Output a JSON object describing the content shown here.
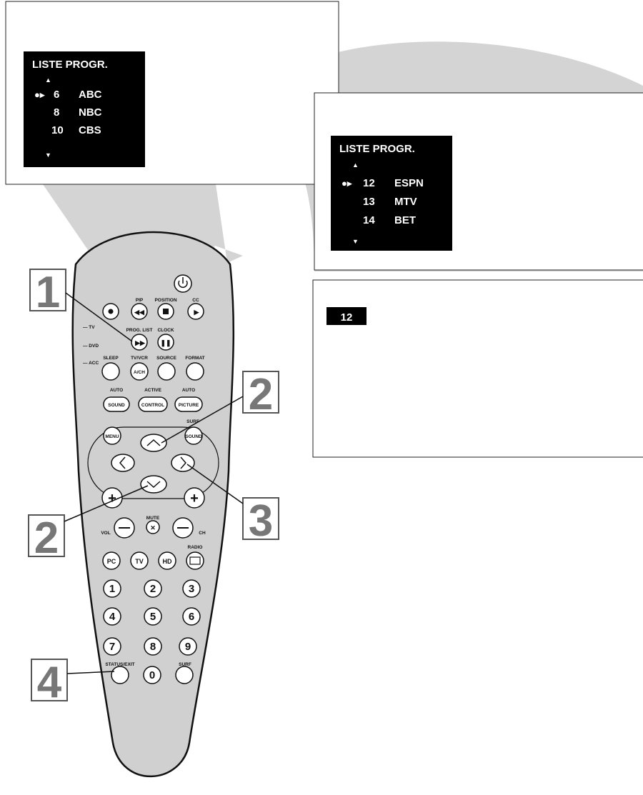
{
  "screen1": {
    "title": "LISTE PROGR.",
    "rows": [
      {
        "marker": "●▸",
        "num": "6",
        "name": "ABC"
      },
      {
        "marker": "",
        "num": "8",
        "name": "NBC"
      },
      {
        "marker": "",
        "num": "10",
        "name": "CBS"
      }
    ]
  },
  "screen2": {
    "title": "LISTE PROGR.",
    "rows": [
      {
        "marker": "●▸",
        "num": "12",
        "name": "ESPN"
      },
      {
        "marker": "",
        "num": "13",
        "name": "MTV"
      },
      {
        "marker": "",
        "num": "14",
        "name": "BET"
      }
    ]
  },
  "screen3": {
    "channel": "12"
  },
  "remote": {
    "side": {
      "tv": "— TV",
      "dvd": "— DVD",
      "acc": "— ACC"
    },
    "labels": {
      "pip": "PIP",
      "position": "POSITION",
      "cc": "CC",
      "prog_list": "PROG. LIST",
      "clock": "CLOCK",
      "sleep": "SLEEP",
      "tvvcr": "TV/VCR",
      "source": "SOURCE",
      "format": "FORMAT",
      "auto1": "AUTO",
      "active": "ACTIVE",
      "auto2": "AUTO",
      "surf_top": "SURF",
      "mute": "MUTE",
      "vol": "VOL",
      "ch": "CH",
      "radio": "RADIO",
      "status_exit": "STATUS/EXIT",
      "surf": "SURF"
    },
    "inner": {
      "ach": "A/CH",
      "sound": "SOUND",
      "control": "CONTROL",
      "picture": "PICTURE",
      "menu": "MENU",
      "sound2": "SOUND",
      "pc": "PC",
      "tv": "TV",
      "hd": "HD"
    },
    "digits": [
      "1",
      "2",
      "3",
      "4",
      "5",
      "6",
      "7",
      "8",
      "9",
      "0"
    ]
  },
  "callouts": {
    "c1": "1",
    "c2a": "2",
    "c2b": "2",
    "c3": "3",
    "c4": "4"
  }
}
